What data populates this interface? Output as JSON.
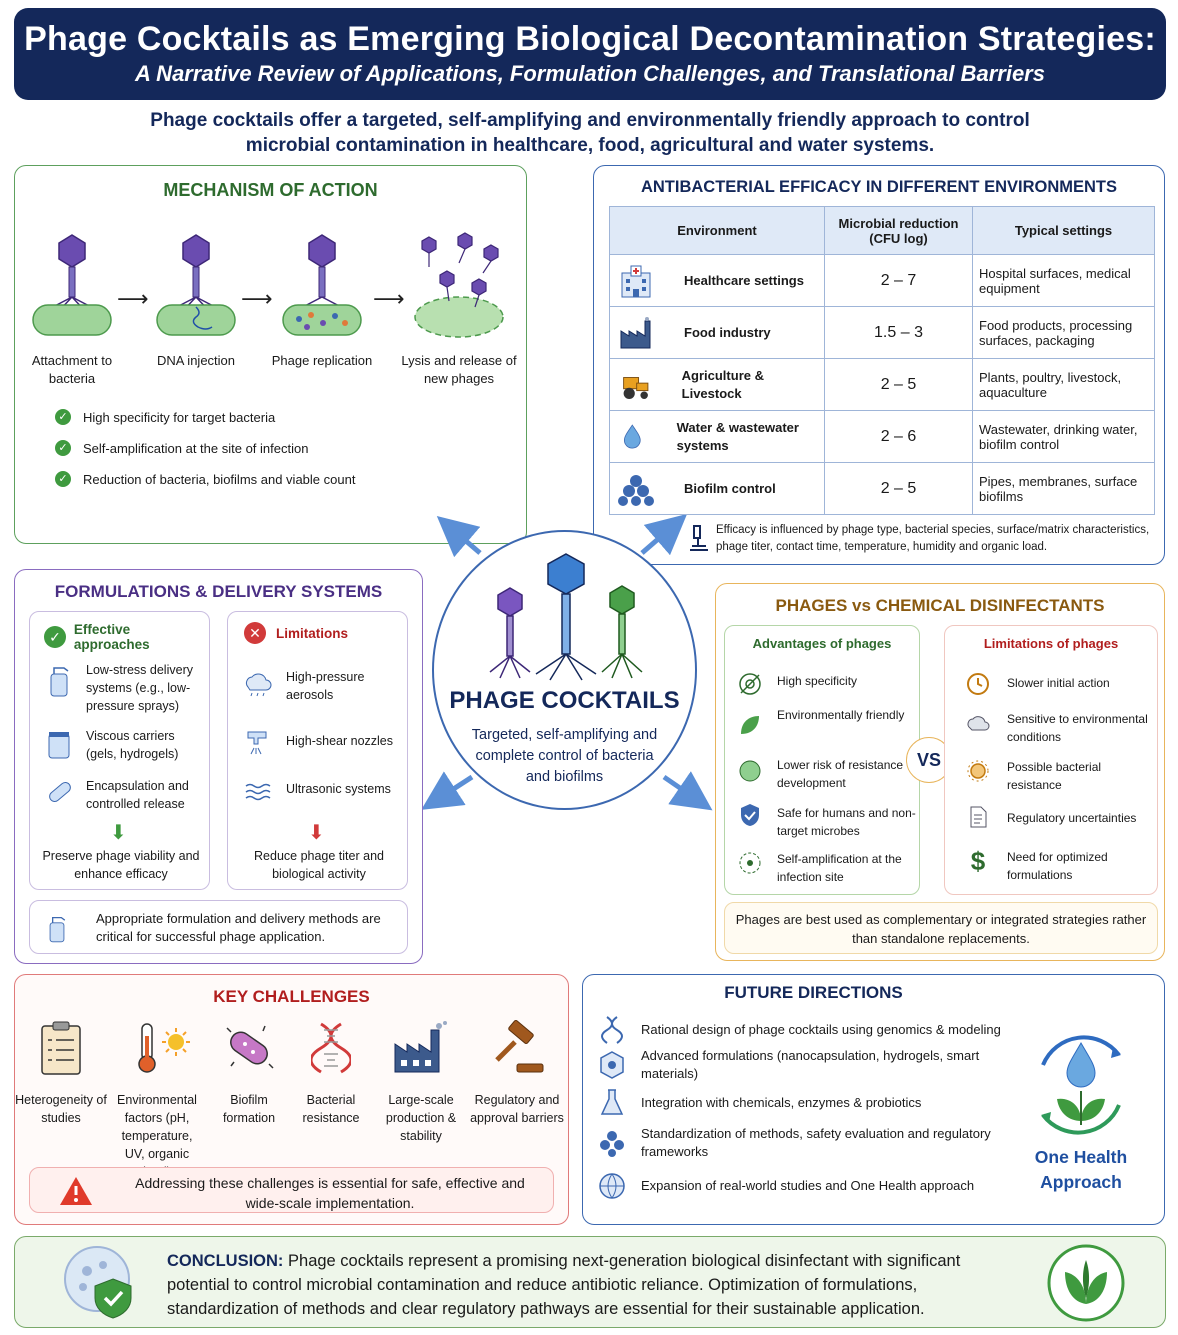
{
  "header": {
    "title": "Phage Cocktails as Emerging Biological Decontamination Strategies:",
    "subtitle": "A Narrative Review of Applications, Formulation Challenges, and Translational Barriers"
  },
  "intro": "Phage cocktails offer a targeted, self-amplifying and environmentally friendly approach to control microbial contamination in healthcare, food, agricultural and water systems.",
  "mechanism": {
    "title": "MECHANISM OF ACTION",
    "steps": [
      "Attachment to bacteria",
      "DNA injection",
      "Phage replication",
      "Lysis and release of new phages"
    ],
    "points": [
      "High specificity for target bacteria",
      "Self-amplification at the site of infection",
      "Reduction of bacteria, biofilms and viable count"
    ]
  },
  "efficacy": {
    "title": "ANTIBACTERIAL EFFICACY IN DIFFERENT ENVIRONMENTS",
    "headers": [
      "Environment",
      "Microbial reduction (CFU log)",
      "Typical settings"
    ],
    "rows": [
      {
        "env": "Healthcare settings",
        "reduction": "2 – 7",
        "settings": "Hospital surfaces, medical equipment"
      },
      {
        "env": "Food industry",
        "reduction": "1.5 – 3",
        "settings": "Food products, processing surfaces, packaging"
      },
      {
        "env": "Agriculture & Livestock",
        "reduction": "2 – 5",
        "settings": "Plants, poultry, livestock, aquaculture"
      },
      {
        "env": "Water & wastewater systems",
        "reduction": "2 – 6",
        "settings": "Wastewater, drinking water, biofilm control"
      },
      {
        "env": "Biofilm control",
        "reduction": "2 – 5",
        "settings": "Pipes, membranes, surface biofilms"
      }
    ],
    "note": "Efficacy is influenced by phage type, bacterial species, surface/matrix characteristics, phage titer, contact time, temperature, humidity and organic load."
  },
  "center": {
    "title": "PHAGE COCKTAILS",
    "subtitle": "Targeted, self-amplifying and complete control of bacteria and biofilms"
  },
  "formulations": {
    "title": "FORMULATIONS & DELIVERY SYSTEMS",
    "effective_title": "Effective approaches",
    "effective": [
      "Low-stress delivery systems (e.g., low-pressure sprays)",
      "Viscous carriers (gels, hydrogels)",
      "Encapsulation and controlled release"
    ],
    "effective_result": "Preserve phage viability and enhance efficacy",
    "limitations_title": "Limitations",
    "limitations": [
      "High-pressure aerosols",
      "High-shear nozzles",
      "Ultrasonic systems"
    ],
    "limitations_result": "Reduce phage titer and biological activity",
    "note": "Appropriate formulation and delivery methods are critical for successful phage application."
  },
  "versus": {
    "title": "PHAGES vs CHEMICAL DISINFECTANTS",
    "adv_title": "Advantages of phages",
    "advantages": [
      "High specificity",
      "Environmentally friendly",
      "Lower risk of resistance development",
      "Safe for humans and non-target microbes",
      "Self-amplification at the infection site"
    ],
    "vs_label": "VS",
    "lim_title": "Limitations of phages",
    "limitations": [
      "Slower initial action",
      "Sensitive to environmental conditions",
      "Possible bacterial resistance",
      "Regulatory uncertainties",
      "Need for optimized formulations"
    ],
    "note": "Phages are best used as complementary or integrated strategies rather than standalone replacements."
  },
  "challenges": {
    "title": "KEY CHALLENGES",
    "items": [
      "Heterogeneity of studies",
      "Environmental factors (pH, temperature, UV, organic load)",
      "Biofilm formation",
      "Bacterial resistance",
      "Large-scale production & stability",
      "Regulatory and approval barriers"
    ],
    "note": "Addressing these challenges is essential for safe, effective and wide-scale implementation."
  },
  "future": {
    "title": "FUTURE DIRECTIONS",
    "items": [
      "Rational design of phage cocktails using genomics & modeling",
      "Advanced formulations (nanocapsulation, hydrogels, smart materials)",
      "Integration with chemicals, enzymes & probiotics",
      "Standardization of methods, safety evaluation and regulatory frameworks",
      "Expansion of real-world studies and One Health approach"
    ],
    "one_health": "One Health Approach"
  },
  "conclusion": {
    "label": "CONCLUSION:",
    "text": " Phage cocktails represent a promising next-generation biological disinfectant with significant potential to control microbial contamination and reduce antibiotic reliance. Optimization of formulations, standardization of methods and clear regulatory pathways are essential for their sustainable application."
  },
  "colors": {
    "navy": "#14285a",
    "green": "#3f9a3f",
    "purple": "#8a6cc0",
    "orange": "#e8b55c",
    "red": "#d13a3a",
    "blue": "#3c68b0"
  }
}
